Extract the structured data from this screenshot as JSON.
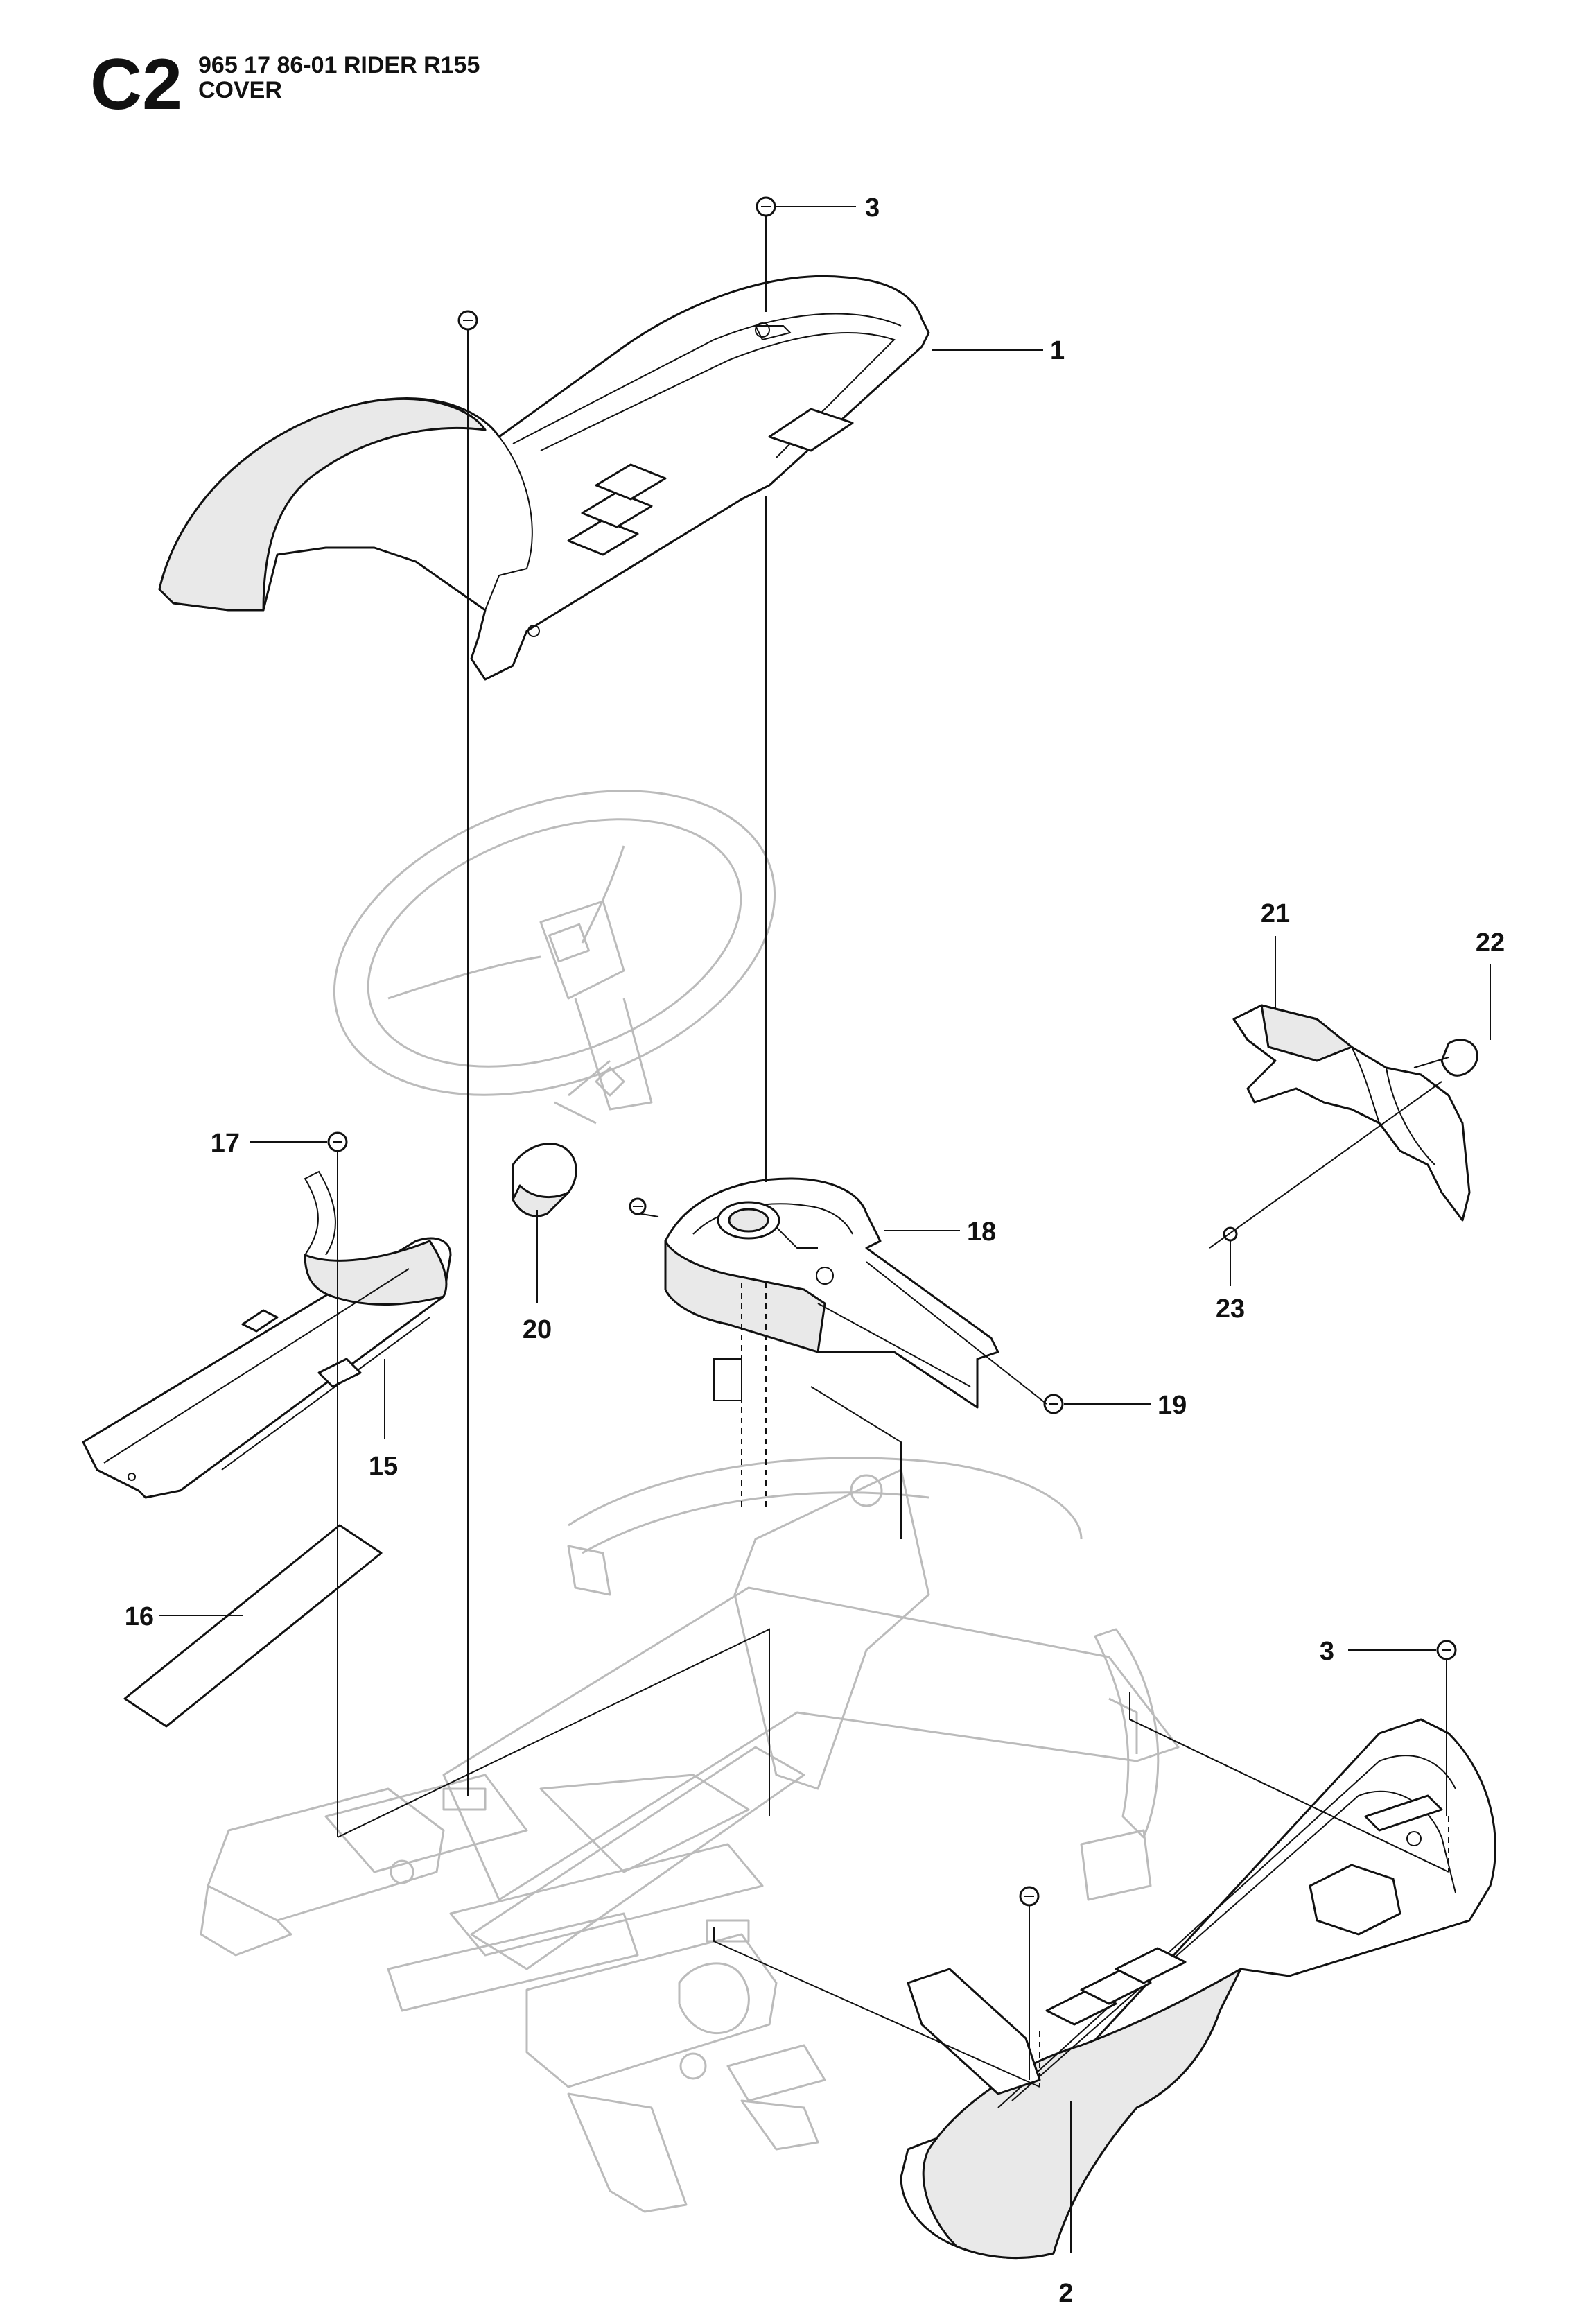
{
  "header": {
    "section_code": "C2",
    "model_line": "965 17 86-01 RIDER R155",
    "assembly_name": "COVER"
  },
  "callouts": [
    {
      "id": "c1",
      "label": "1"
    },
    {
      "id": "c2",
      "label": "2"
    },
    {
      "id": "c3a",
      "label": "3"
    },
    {
      "id": "c3b",
      "label": "3"
    },
    {
      "id": "c15",
      "label": "15"
    },
    {
      "id": "c16",
      "label": "16"
    },
    {
      "id": "c17",
      "label": "17"
    },
    {
      "id": "c18",
      "label": "18"
    },
    {
      "id": "c19",
      "label": "19"
    },
    {
      "id": "c20",
      "label": "20"
    },
    {
      "id": "c21",
      "label": "21"
    },
    {
      "id": "c22",
      "label": "22"
    },
    {
      "id": "c23",
      "label": "23"
    }
  ],
  "colors": {
    "ink": "#111111",
    "ghost_outline": "#bbbbbb",
    "shade": "#e9e9e9",
    "background": "#ffffff"
  }
}
